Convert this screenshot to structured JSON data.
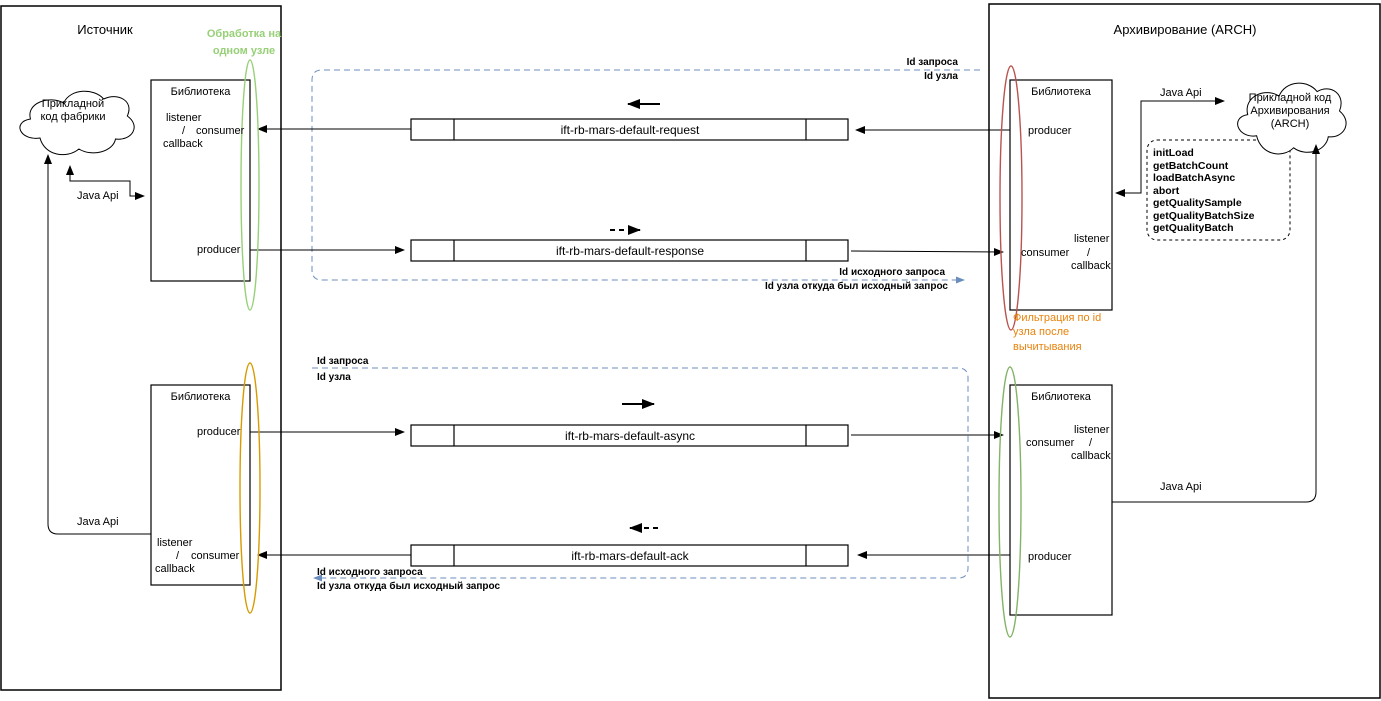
{
  "panels": {
    "source_title": "Источник",
    "arch_title": "Архивирование (ARCH)"
  },
  "clouds": {
    "source": "Прикладной код фабрики",
    "arch": "Прикладной код Архивирования (ARCH)"
  },
  "labels": {
    "library": "Библиотека",
    "listener": "listener",
    "slash": "/",
    "consumer": "consumer",
    "callback": "callback",
    "producer": "producer",
    "java_api": "Java Api"
  },
  "queues": [
    {
      "name": "ift-rb-mars-default-request",
      "direction": "left",
      "style": "solid"
    },
    {
      "name": "ift-rb-mars-default-response",
      "direction": "right",
      "style": "dashed"
    },
    {
      "name": "ift-rb-mars-default-async",
      "direction": "right",
      "style": "solid"
    },
    {
      "name": "ift-rb-mars-default-ack",
      "direction": "left",
      "style": "dashed"
    }
  ],
  "api_methods": [
    "initLoad",
    "getBatchCount",
    "loadBatchAsync",
    "abort",
    "getQualitySample",
    "getQualityBatchSize",
    "getQualityBatch"
  ],
  "notes": {
    "single_node": "Обработка на одном узле",
    "filter": "Фильтрация по id узла после вычитывания"
  },
  "flow_labels": {
    "top_request_line1": "Id запроса",
    "top_request_line2": "Id узла",
    "top_response_line1": "Id исходного запроса",
    "top_response_line2": "Id узла откуда был исходный запрос",
    "bottom_request_line1": "Id запроса",
    "bottom_request_line2": "Id узла",
    "bottom_response_line1": "Id исходного запроса",
    "bottom_response_line2": "Id узла откуда был исходный запрос"
  },
  "colors": {
    "blue_dashed": "#6c8ebf",
    "green_note": "#97d077",
    "green_ellipse": "#82b366",
    "green_ellipse_light": "#97d077",
    "orange_ellipse": "#d79b00",
    "red_ellipse": "#b85450",
    "orange_note": "#e8820c"
  }
}
